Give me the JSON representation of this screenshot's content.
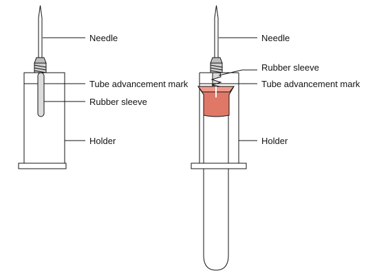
{
  "labels": {
    "left": {
      "needle": "Needle",
      "tube_advancement_mark": "Tube advancement mark",
      "rubber_sleeve": "Rubber sleeve",
      "holder": "Holder"
    },
    "right": {
      "needle": "Needle",
      "rubber_sleeve": "Rubber sleeve",
      "tube_advancement_mark": "Tube advancement mark",
      "holder": "Holder"
    }
  },
  "colors": {
    "line": "#111111",
    "holder_fill": "#ffffff",
    "needle_hub": "#bdbdbd",
    "sleeve_left": "#dcdcdc",
    "stopper": "#e07868",
    "stopper_top": "#ee9a8c"
  }
}
